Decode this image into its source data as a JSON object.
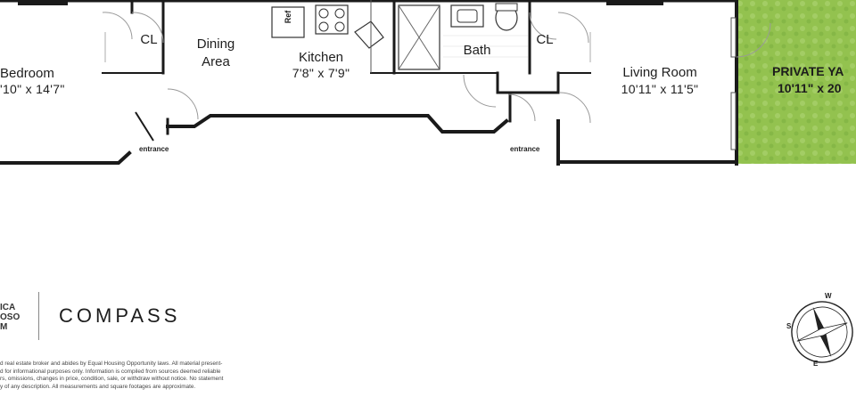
{
  "rooms": {
    "bedroom": {
      "name": "Bedroom",
      "dims": "'10\" x 14'7\""
    },
    "dining": {
      "name_line1": "Dining",
      "name_line2": "Area"
    },
    "kitchen": {
      "name": "Kitchen",
      "dims": "7'8\" x 7'9\""
    },
    "bath": {
      "name": "Bath"
    },
    "living": {
      "name": "Living Room",
      "dims": "10'11\" x 11'5\""
    },
    "yard": {
      "name": "PRIVATE YA",
      "dims": "10'11\" x 20"
    },
    "closet_left": {
      "name": "CL"
    },
    "closet_right": {
      "name": "CL"
    }
  },
  "fixtures": {
    "ref": "Ref"
  },
  "entrances": {
    "left": "entrance",
    "right": "entrance"
  },
  "agent": {
    "line1": "ICA",
    "line2": "OSO",
    "line3": "M"
  },
  "brand": {
    "name": "COMPASS"
  },
  "compass_rose": {
    "w": "W",
    "s": "S",
    "e": "E"
  },
  "disclaimer": [
    "d real estate broker and abides by Equal Housing Opportunity laws. All material present-",
    "d for informational purposes only. Information is compiled from sources deemed reliable",
    "rs, omissions, changes in price, condition, sale, or withdraw without notice. No statement",
    "y of any description. All measurements and square footages are approximate."
  ],
  "colors": {
    "wall": "#1a1a1a",
    "yard": "#8cbd4a",
    "yard_light": "#b3d277"
  }
}
